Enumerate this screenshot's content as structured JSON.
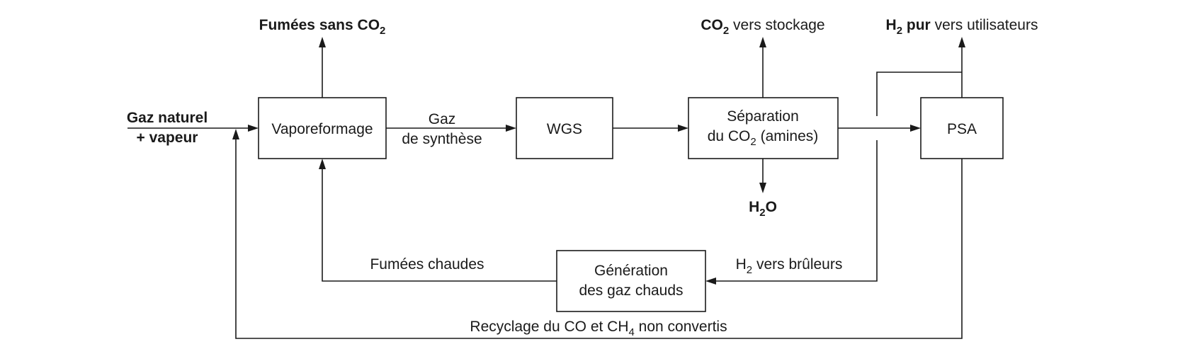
{
  "inputs": {
    "feed_line1": "Gaz naturel",
    "feed_line2": "+ vapeur"
  },
  "boxes": {
    "vaporeformage": "Vaporeformage",
    "wgs": "WGS",
    "separation_line1": "Séparation",
    "separation_line2_pre": "du CO",
    "separation_line2_sub": "2",
    "separation_line2_post": " (amines)",
    "psa": "PSA",
    "generation_line1": "Génération",
    "generation_line2": "des gaz chauds"
  },
  "flows": {
    "syngas_line1": "Gaz",
    "syngas_line2": "de synthèse",
    "fumes_no_co2_pre": "Fumées sans CO",
    "fumes_no_co2_sub": "2",
    "co2_storage_pre": "CO",
    "co2_storage_sub": "2",
    "co2_storage_post": " vers stockage",
    "h2_pure_pre": "H",
    "h2_pure_sub": "2",
    "h2_pure_bold": " pur",
    "h2_pure_post": " vers utilisateurs",
    "water_pre": "H",
    "water_sub": "2",
    "water_post": "O",
    "hot_fumes": "Fumées chaudes",
    "h2_burners_pre": "H",
    "h2_burners_sub": "2",
    "h2_burners_post": " vers brûleurs",
    "recycle_pre": "Recyclage du CO et CH",
    "recycle_sub": "4",
    "recycle_post": " non convertis"
  }
}
